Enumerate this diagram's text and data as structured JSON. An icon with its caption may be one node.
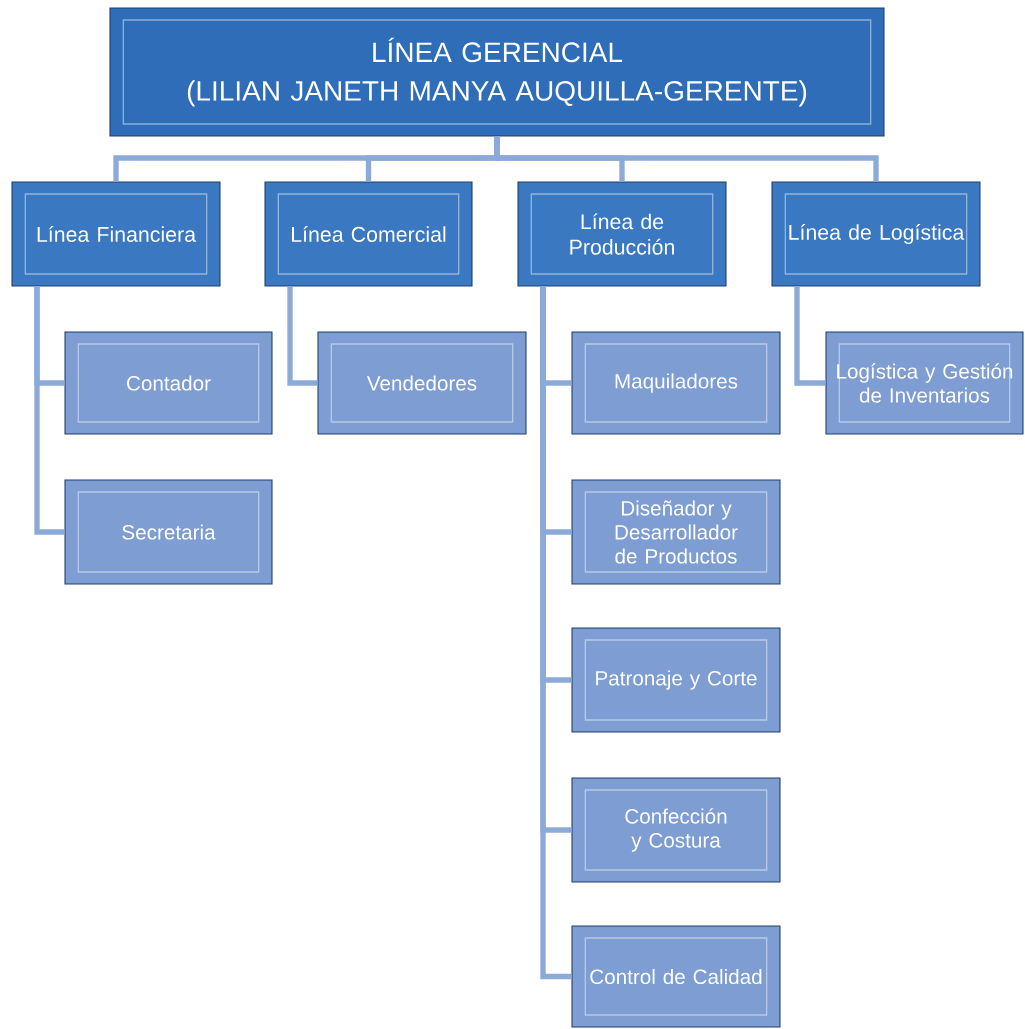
{
  "diagram": {
    "nodes": [
      {
        "text": [
          "LÍNEA GERENCIAL",
          "(LILIAN JANETH MANYA AUQUILLA-GERENTE)"
        ]
      },
      {
        "text": [
          "Línea Financiera"
        ]
      },
      {
        "text": [
          "Línea Comercial"
        ]
      },
      {
        "text": [
          "Línea de Producción"
        ]
      },
      {
        "text": [
          "Línea de Logística"
        ]
      },
      {
        "text": [
          "Contador"
        ]
      },
      {
        "text": [
          "Secretaria"
        ]
      },
      {
        "text": [
          "Vendedores"
        ]
      },
      {
        "text": [
          "Maquiladores"
        ]
      },
      {
        "text": [
          "Diseñador y Desarrollador de Productos"
        ]
      },
      {
        "text": [
          "Patronaje y Corte"
        ]
      },
      {
        "text": [
          "Confección y Costura"
        ]
      },
      {
        "text": [
          "Control de Calidad"
        ]
      },
      {
        "text": [
          "Logística y Gestión de Inventarios"
        ]
      }
    ],
    "edges": [
      {
        "from": 0,
        "to": 1,
        "arrow": "none"
      },
      {
        "from": 0,
        "to": 2,
        "arrow": "none"
      },
      {
        "from": 0,
        "to": 3,
        "arrow": "none"
      },
      {
        "from": 0,
        "to": 4,
        "arrow": "none"
      },
      {
        "from": 1,
        "to": 5,
        "arrow": "none"
      },
      {
        "from": 1,
        "to": 6,
        "arrow": "none"
      },
      {
        "from": 2,
        "to": 7,
        "arrow": "none"
      },
      {
        "from": 3,
        "to": 8,
        "arrow": "none"
      },
      {
        "from": 3,
        "to": 9,
        "arrow": "none"
      },
      {
        "from": 3,
        "to": 10,
        "arrow": "none"
      },
      {
        "from": 3,
        "to": 11,
        "arrow": "none"
      },
      {
        "from": 3,
        "to": 12,
        "arrow": "none"
      },
      {
        "from": 4,
        "to": 13,
        "arrow": "none"
      }
    ]
  }
}
